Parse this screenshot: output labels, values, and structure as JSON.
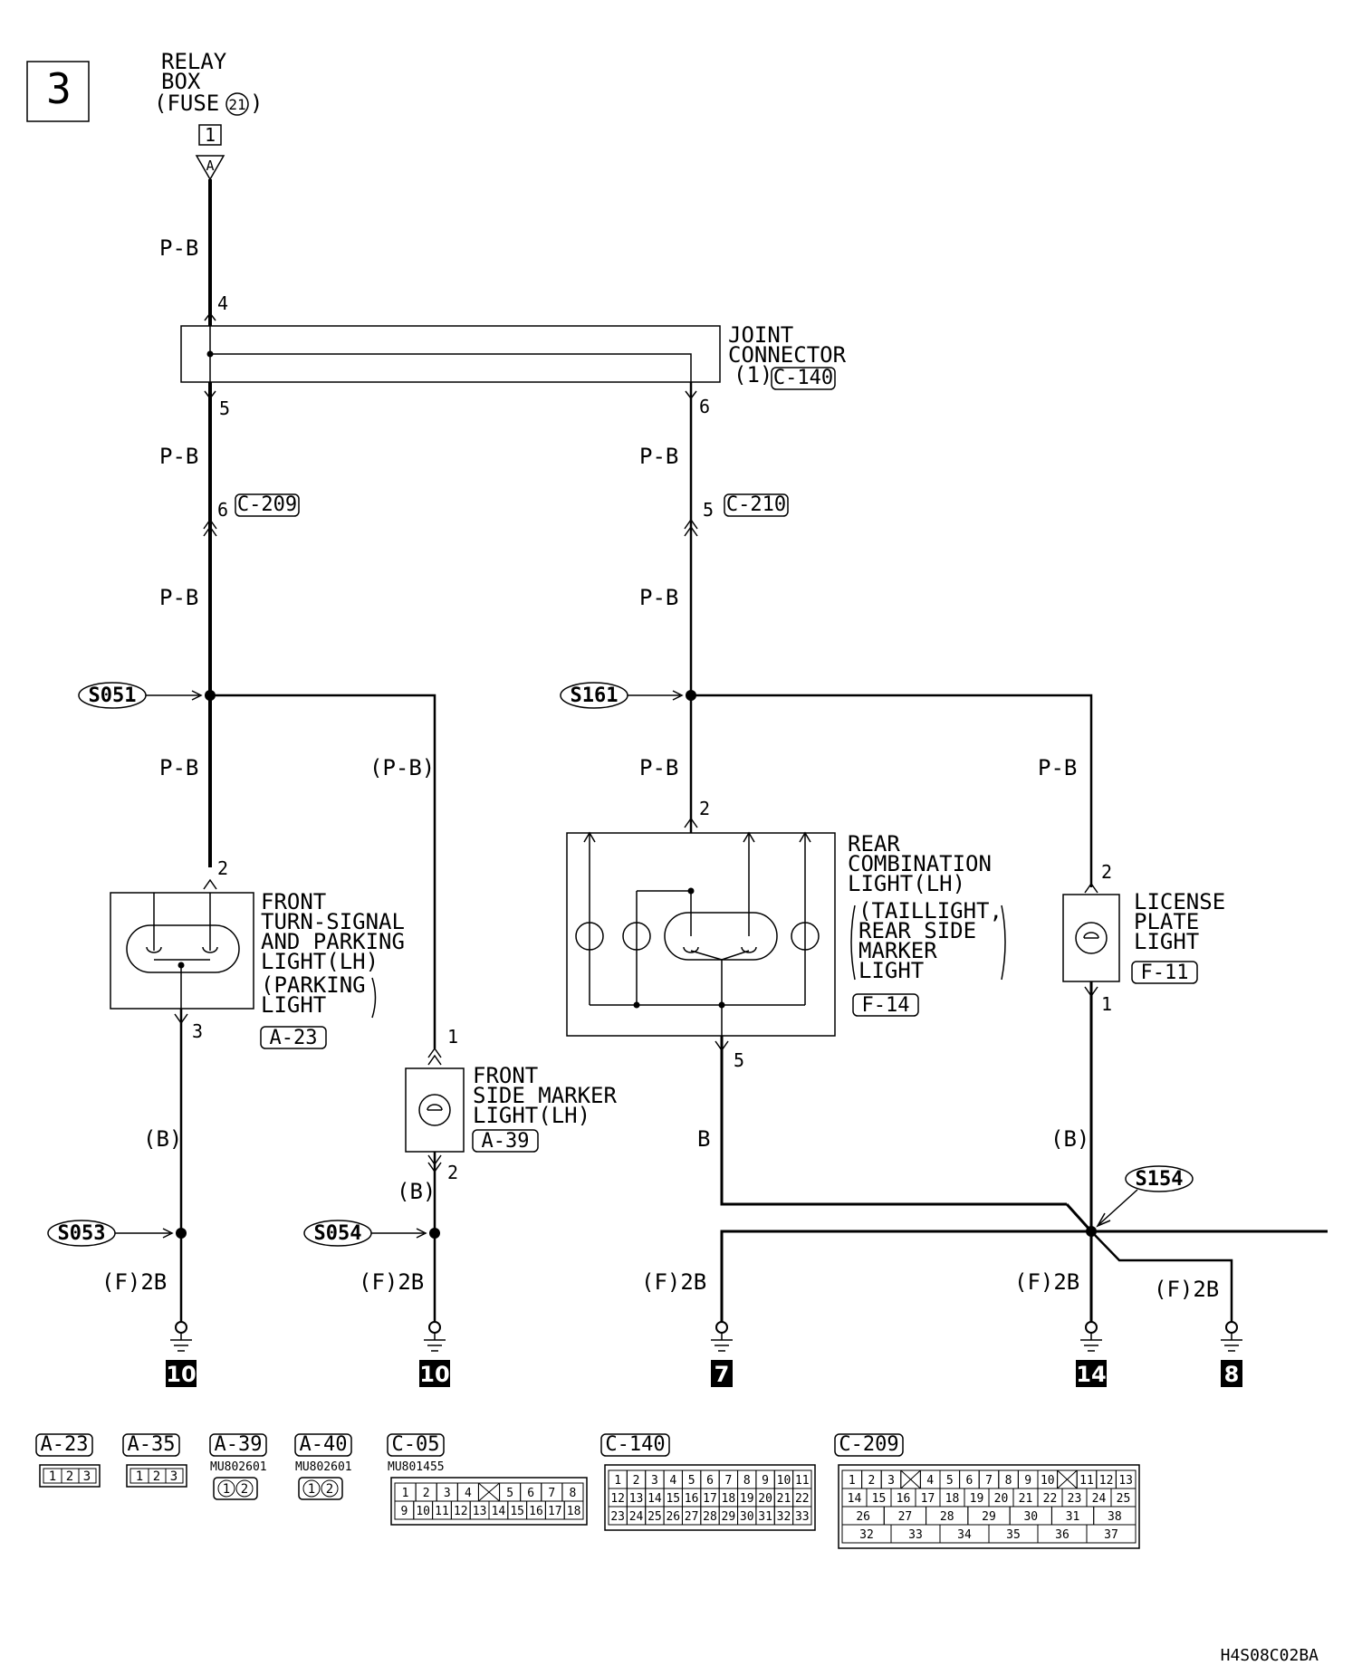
{
  "page": {
    "number": "3",
    "footer_code": "H4S08C02BA"
  },
  "power_source": {
    "lines": [
      "RELAY",
      "BOX",
      "(FUSE",
      "21",
      ")"
    ],
    "pin": "1",
    "connector_letter": "A"
  },
  "joint_connector": {
    "lines": [
      "JOINT",
      "CONNECTOR",
      "(1)"
    ],
    "code": "C-140",
    "pin_in": "4",
    "pin_out_left": "5",
    "pin_out_right": "6"
  },
  "inline_connectors": {
    "left": {
      "pin": "6",
      "code": "C-209"
    },
    "right": {
      "pin": "5",
      "code": "C-210"
    }
  },
  "wire_colors": {
    "pb": "P-B",
    "pb_paren": "(P-B)",
    "b": "B",
    "b_paren": "(B)"
  },
  "splices": {
    "s051": "S051",
    "s161": "S161",
    "s053": "S053",
    "s054": "S054",
    "s154": "S154"
  },
  "components": {
    "front_turn": {
      "lines": [
        "FRONT",
        "TURN-SIGNAL",
        "AND PARKING",
        "LIGHT(LH)",
        "(PARKING",
        "LIGHT"
      ],
      "code": "A-23",
      "pin_top": "2",
      "pin_bottom": "3"
    },
    "side_marker": {
      "lines": [
        "FRONT",
        "SIDE MARKER",
        "LIGHT(LH)"
      ],
      "code": "A-39",
      "pin_top": "1",
      "pin_bottom": "2"
    },
    "rear_combo": {
      "lines": [
        "REAR",
        "COMBINATION",
        "LIGHT(LH)",
        "(TAILLIGHT,",
        "REAR SIDE",
        "MARKER",
        "LIGHT"
      ],
      "code": "F-14",
      "pin_top": "2",
      "pin_bottom": "5"
    },
    "license": {
      "lines": [
        "LICENSE",
        "PLATE",
        "LIGHT"
      ],
      "code": "F-11",
      "pin_top": "2",
      "pin_bottom": "1"
    }
  },
  "grounds": {
    "wire_label": "(F)2B",
    "numbers": [
      "10",
      "10",
      "7",
      "14",
      "8"
    ]
  },
  "connector_views": [
    {
      "code": "A-23",
      "part": "",
      "pins": [
        "1",
        "2",
        "3"
      ]
    },
    {
      "code": "A-35",
      "part": "",
      "pins": [
        "1",
        "2",
        "3"
      ]
    },
    {
      "code": "A-39",
      "part": "MU802601",
      "pins": [
        "1",
        "2"
      ]
    },
    {
      "code": "A-40",
      "part": "MU802601",
      "pins": [
        "1",
        "2"
      ]
    },
    {
      "code": "C-05",
      "part": "MU801455",
      "rows": [
        [
          "1",
          "2",
          "3",
          "4",
          "",
          "5",
          "6",
          "7",
          "8"
        ],
        [
          "9",
          "10",
          "11",
          "12",
          "13",
          "14",
          "15",
          "16",
          "17",
          "18"
        ]
      ]
    },
    {
      "code": "C-140",
      "part": "",
      "rows": [
        [
          "1",
          "2",
          "3",
          "4",
          "5",
          "6",
          "7",
          "8",
          "9",
          "10",
          "11"
        ],
        [
          "12",
          "13",
          "14",
          "15",
          "16",
          "17",
          "18",
          "19",
          "20",
          "21",
          "22"
        ],
        [
          "23",
          "24",
          "25",
          "26",
          "27",
          "28",
          "29",
          "30",
          "31",
          "32",
          "33"
        ]
      ]
    },
    {
      "code": "C-209",
      "part": "",
      "rows": [
        [
          "1",
          "2",
          "3",
          "",
          "4",
          "5",
          "6",
          "7",
          "8",
          "9",
          "10",
          "",
          "11",
          "12",
          "13"
        ],
        [
          "14",
          "15",
          "16",
          "17",
          "18",
          "19",
          "20",
          "21",
          "22",
          "23",
          "24",
          "25"
        ],
        [
          "26",
          "27",
          "28",
          "29",
          "30",
          "31",
          "38"
        ],
        [
          "32",
          "33",
          "34",
          "35",
          "36",
          "37"
        ]
      ]
    }
  ]
}
